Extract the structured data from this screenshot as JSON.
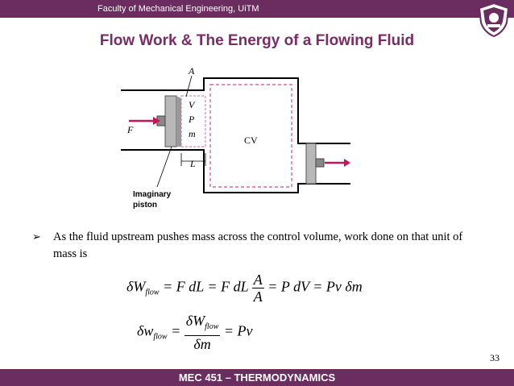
{
  "header": {
    "faculty": "Faculty of Mechanical Engineering, UiTM"
  },
  "slide": {
    "title": "Flow Work & The Energy of a Flowing Fluid",
    "diagram": {
      "label_A": "A",
      "label_V": "V",
      "label_P": "P",
      "label_m": "m",
      "label_F": "F",
      "label_L": "L",
      "label_cv": "CV",
      "label_imaginary": "Imaginary",
      "label_piston": "piston"
    },
    "bullet": "As the fluid upstream pushes mass across the control volume, work done on that unit of mass is",
    "eq1": {
      "lhs": "δW",
      "lhs_sub": "flow",
      "part1": " = F dL = F dL ",
      "frac_num": "A",
      "frac_den": "A",
      "part2": " = P dV = Pv δm"
    },
    "eq2": {
      "lhs": "δw",
      "lhs_sub": "flow",
      "eq": " = ",
      "frac_num": "δW",
      "frac_num_sub": "flow",
      "frac_den": "δm",
      "rhs": " = Pv"
    },
    "page_number": "33"
  },
  "footer": {
    "course": "MEC 451 – THERMODYNAMICS"
  },
  "colors": {
    "brand": "#6b2c5f",
    "title": "#7a2c66",
    "arrow": "#c2185b",
    "cv_dash": "#d46aa6"
  }
}
